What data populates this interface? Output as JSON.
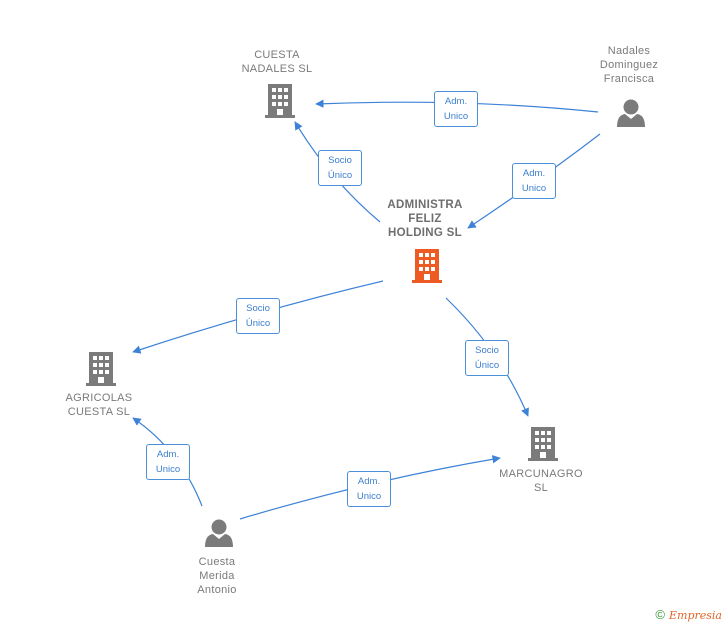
{
  "nodes": {
    "cuesta_nadales": {
      "label": "CUESTA\nNADALES  SL",
      "type": "company"
    },
    "nadales_dominguez": {
      "label": "Nadales\nDominguez\nFrancisca",
      "type": "person"
    },
    "administra_feliz": {
      "label": "ADMINISTRA\nFELIZ\nHOLDING  SL",
      "type": "company-main"
    },
    "agricolas_cuesta": {
      "label": "AGRICOLAS\nCUESTA  SL",
      "type": "company"
    },
    "marcunagro": {
      "label": "MARCUNAGRO\nSL",
      "type": "company"
    },
    "cuesta_merida": {
      "label": "Cuesta\nMerida\nAntonio",
      "type": "person"
    }
  },
  "edges": {
    "e1": {
      "label": "Adm.\nUnico",
      "from": "nadales_dominguez",
      "to": "cuesta_nadales"
    },
    "e2": {
      "label": "Adm.\nUnico",
      "from": "nadales_dominguez",
      "to": "administra_feliz"
    },
    "e3": {
      "label": "Socio\nÚnico",
      "from": "administra_feliz",
      "to": "cuesta_nadales"
    },
    "e4": {
      "label": "Socio\nÚnico",
      "from": "administra_feliz",
      "to": "agricolas_cuesta"
    },
    "e5": {
      "label": "Socio\nÚnico",
      "from": "administra_feliz",
      "to": "marcunagro"
    },
    "e6": {
      "label": "Adm.\nUnico",
      "from": "cuesta_merida",
      "to": "agricolas_cuesta"
    },
    "e7": {
      "label": "Adm.\nUnico",
      "from": "cuesta_merida",
      "to": "marcunagro"
    }
  },
  "colors": {
    "edge": "#3d82d6",
    "company": "#7b7b7b",
    "company_main": "#ee5a24",
    "person": "#7b7b7b"
  },
  "footer": {
    "copyright": "©",
    "brand": "Empresia"
  }
}
